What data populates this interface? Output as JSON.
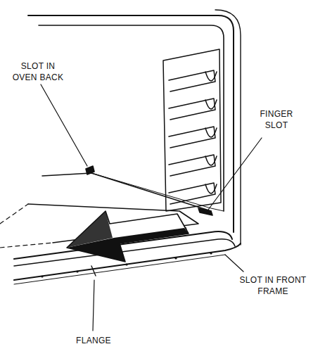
{
  "diagram": {
    "labels": [
      "SLOT IN OVEN BACK",
      "FINGER SLOT",
      "SLOT IN FRONT FRAME",
      "FLANGE"
    ]
  }
}
